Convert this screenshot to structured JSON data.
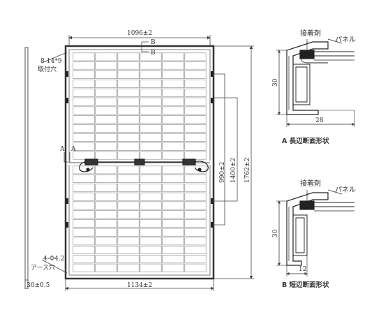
{
  "panel": {
    "width_top": "1096±2",
    "width_bottom": "1134±2",
    "height_inner": "1400±2",
    "height_total": "1762±2",
    "mount_spacing": "990±2",
    "side_thickness": "30±0.5",
    "mount_holes": "8-14*9",
    "mount_holes_label": "取付穴",
    "ground_holes": "4-Φ4.2",
    "ground_holes_label": "アース穴",
    "section_a_mark": "A",
    "section_b_mark": "B"
  },
  "section_a": {
    "title": "A 長辺断面形状",
    "adhesive": "接着剤",
    "panel_label": "パネル",
    "height": "30",
    "width": "28"
  },
  "section_b": {
    "title": "B 短辺断面形状",
    "adhesive": "接着剤",
    "panel_label": "パネル",
    "height": "30",
    "width": "12"
  }
}
